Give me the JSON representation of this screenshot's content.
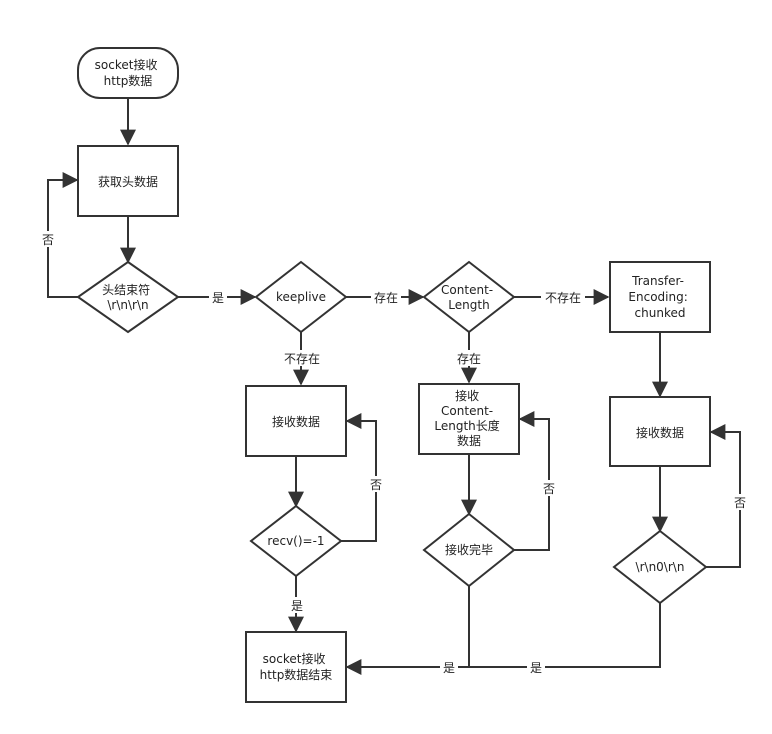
{
  "nodes": {
    "start": [
      "socket接收",
      "http数据"
    ],
    "get_header": [
      "获取头数据"
    ],
    "header_end": [
      "头结束符",
      "\\r\\n\\r\\n"
    ],
    "keeplive": [
      "keeplive"
    ],
    "content_length": [
      "Content-",
      "Length"
    ],
    "transfer_encoding": [
      "Transfer-",
      "Encoding:",
      "chunked"
    ],
    "recv_data_1": [
      "接收数据"
    ],
    "recv_eq": [
      "recv()=-1"
    ],
    "recv_content_length": [
      "接收",
      "Content-",
      "Length长度",
      "数据"
    ],
    "recv_done": [
      "接收完毕"
    ],
    "recv_data_3": [
      "接收数据"
    ],
    "chunk_end": [
      "\\r\\n0\\r\\n"
    ],
    "end": [
      "socket接收",
      "http数据结束"
    ]
  },
  "edge_labels": {
    "header_no": "否",
    "header_yes": "是",
    "keeplive_exists": "存在",
    "keeplive_absent": "不存在",
    "cl_absent": "不存在",
    "cl_exists": "存在",
    "recv_eq_no": "否",
    "recv_eq_yes": "是",
    "recv_done_no": "否",
    "recv_done_yes": "是",
    "chunk_end_no": "否",
    "chunk_end_yes": "是"
  }
}
